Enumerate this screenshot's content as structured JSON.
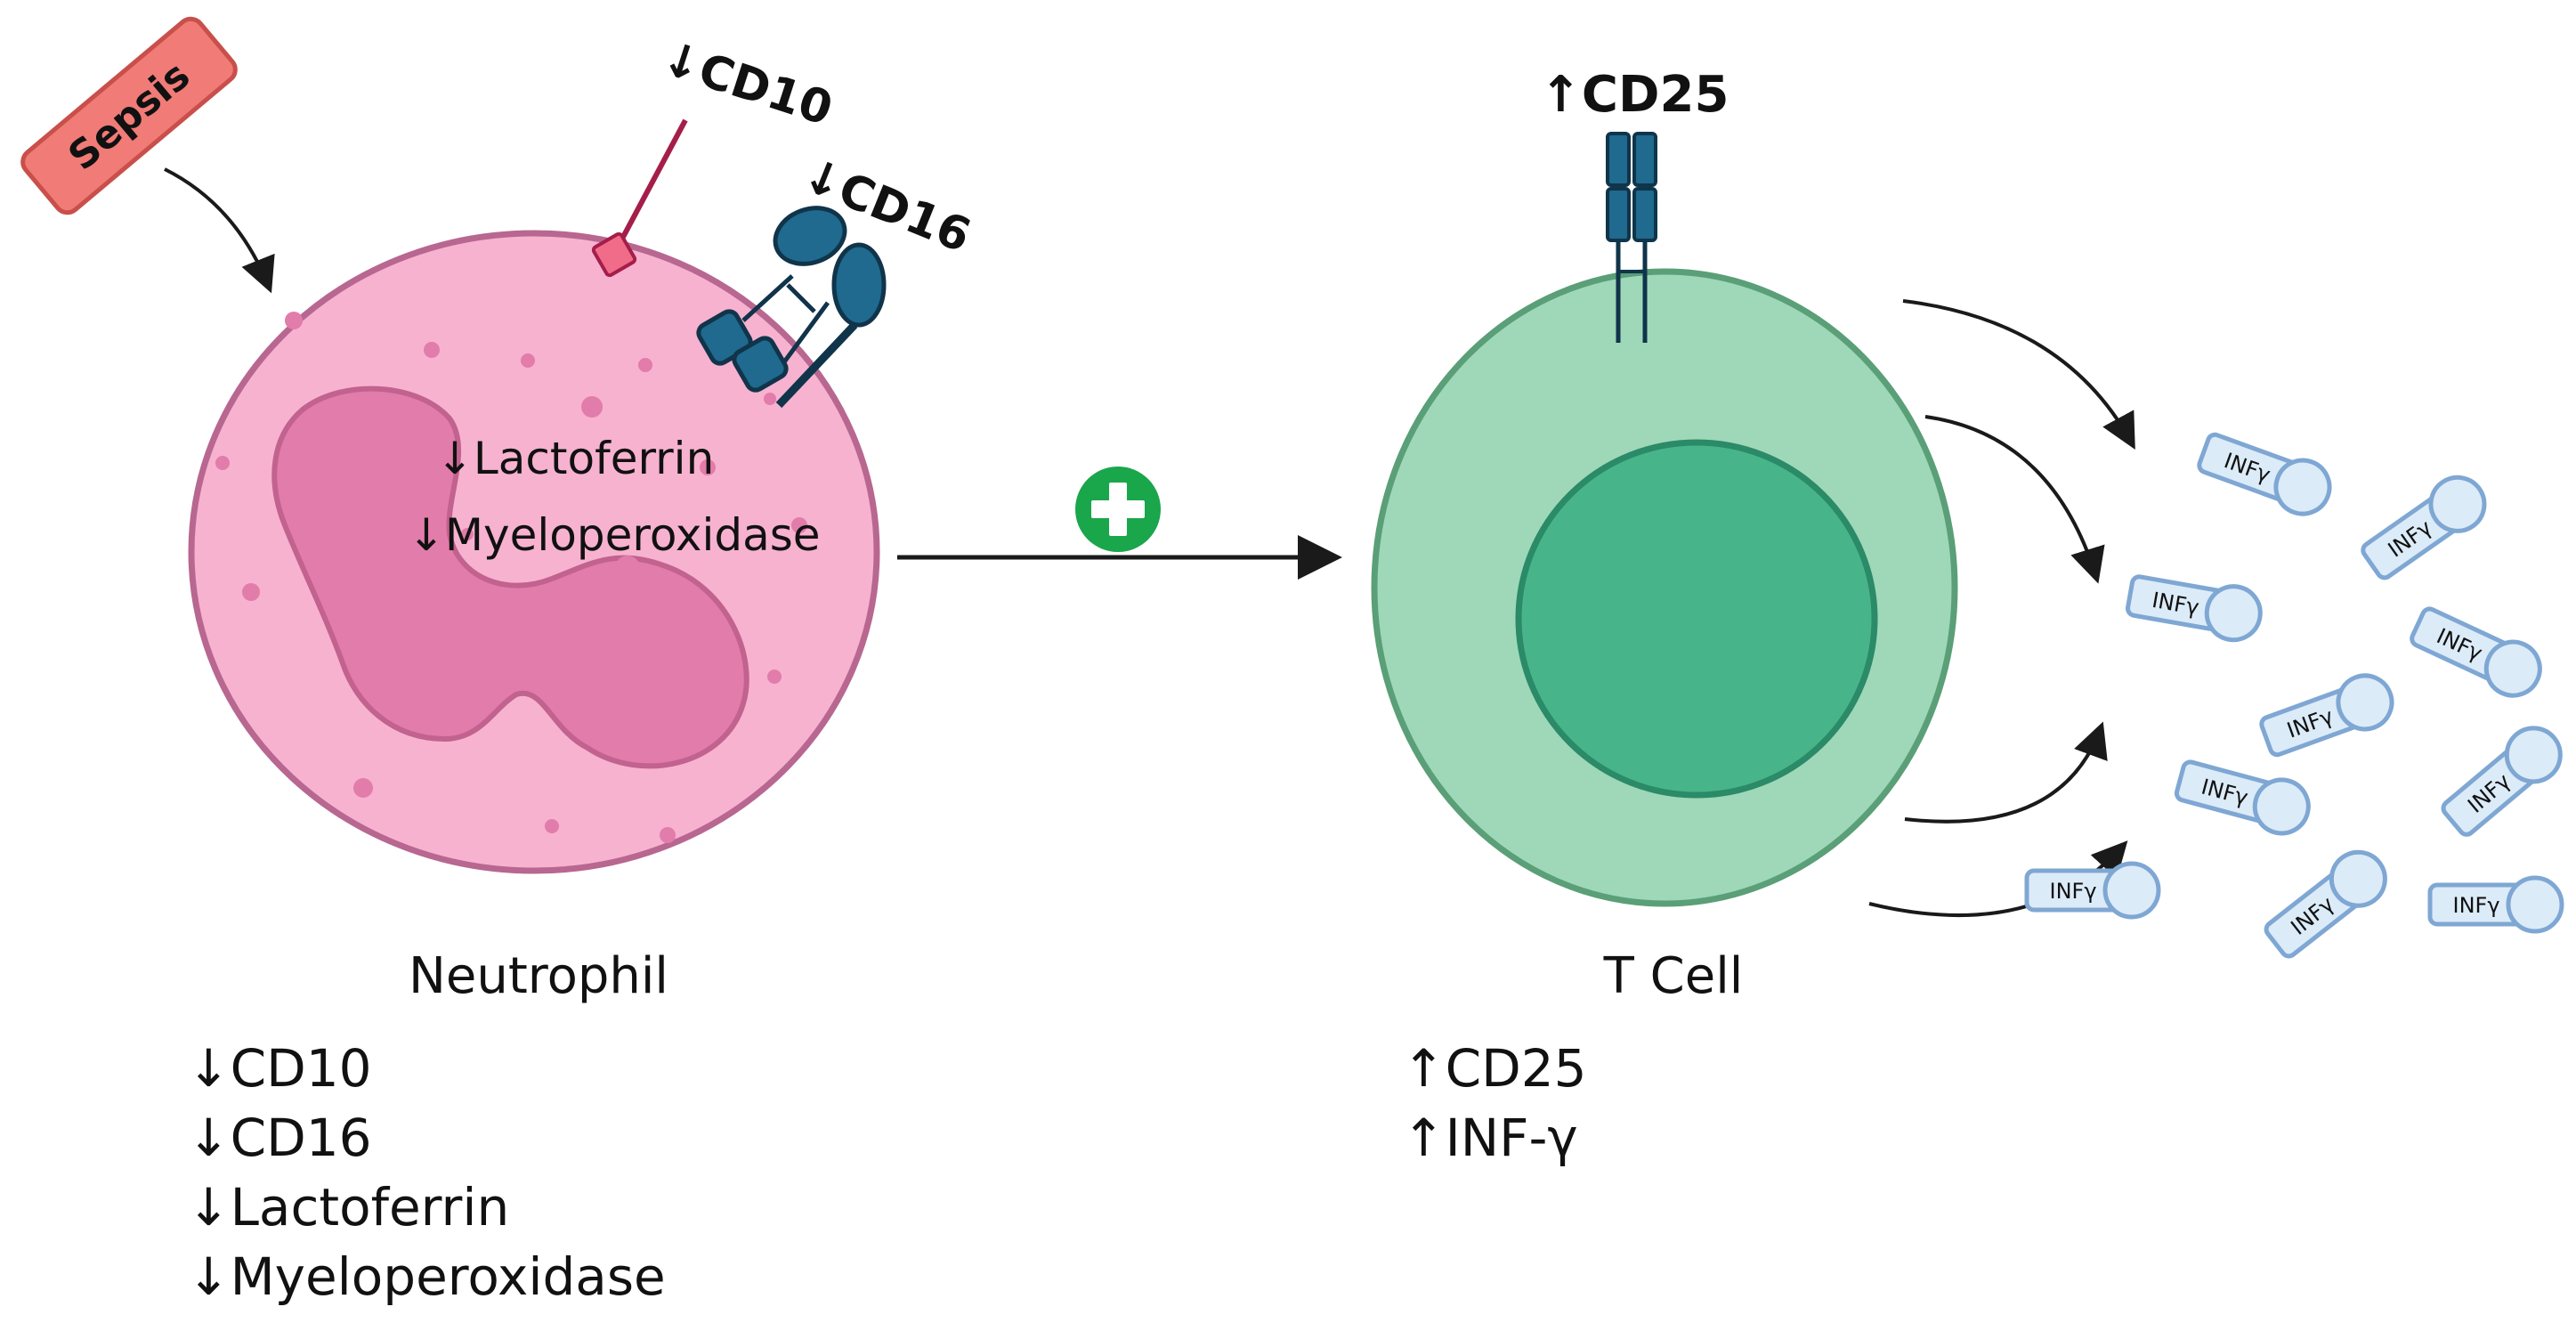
{
  "sepsis": {
    "label": "Sepsis"
  },
  "neutrophil": {
    "title": "Neutrophil",
    "surface_markers": [
      {
        "arrow": "↓",
        "name": "CD10"
      },
      {
        "arrow": "↓",
        "name": "CD16"
      }
    ],
    "internal_markers": [
      {
        "arrow": "↓",
        "name": "Lactoferrin"
      },
      {
        "arrow": "↓",
        "name": "Myeloperoxidase"
      }
    ],
    "summary": [
      {
        "arrow": "↓",
        "name": "CD10"
      },
      {
        "arrow": "↓",
        "name": "CD16"
      },
      {
        "arrow": "↓",
        "name": "Lactoferrin"
      },
      {
        "arrow": "↓",
        "name": "Myeloperoxidase"
      }
    ]
  },
  "activation": {
    "symbol": "+"
  },
  "tcell": {
    "title": "T Cell",
    "receptor": {
      "arrow": "↑",
      "name": "CD25"
    },
    "summary": [
      {
        "arrow": "↑",
        "name": "CD25"
      },
      {
        "arrow": "↑",
        "name": "INF-γ"
      }
    ]
  },
  "cytokines": {
    "label": "INFγ",
    "count": 10
  },
  "colors": {
    "sepsis_fill": "#f07b77",
    "sepsis_stroke": "#c94f4b",
    "neutrophil_fill": "#f7b2d0",
    "neutrophil_stroke": "#b86790",
    "nucleus_fill": "#e27cab",
    "cd10_stroke": "#a51e4a",
    "cd10_tip": "#f06c88",
    "receptor_blue": "#1f6a8e",
    "receptor_dark": "#10344a",
    "tcell_outer": "#9ed8b8",
    "tcell_outer_stroke": "#5a9f77",
    "tcell_nucleus": "#47b589",
    "tcell_nucleus_stroke": "#2b8a68",
    "plus_green": "#1aa64b",
    "cytokine_fill": "#dcebf8",
    "cytokine_stroke": "#7fa7d3"
  }
}
